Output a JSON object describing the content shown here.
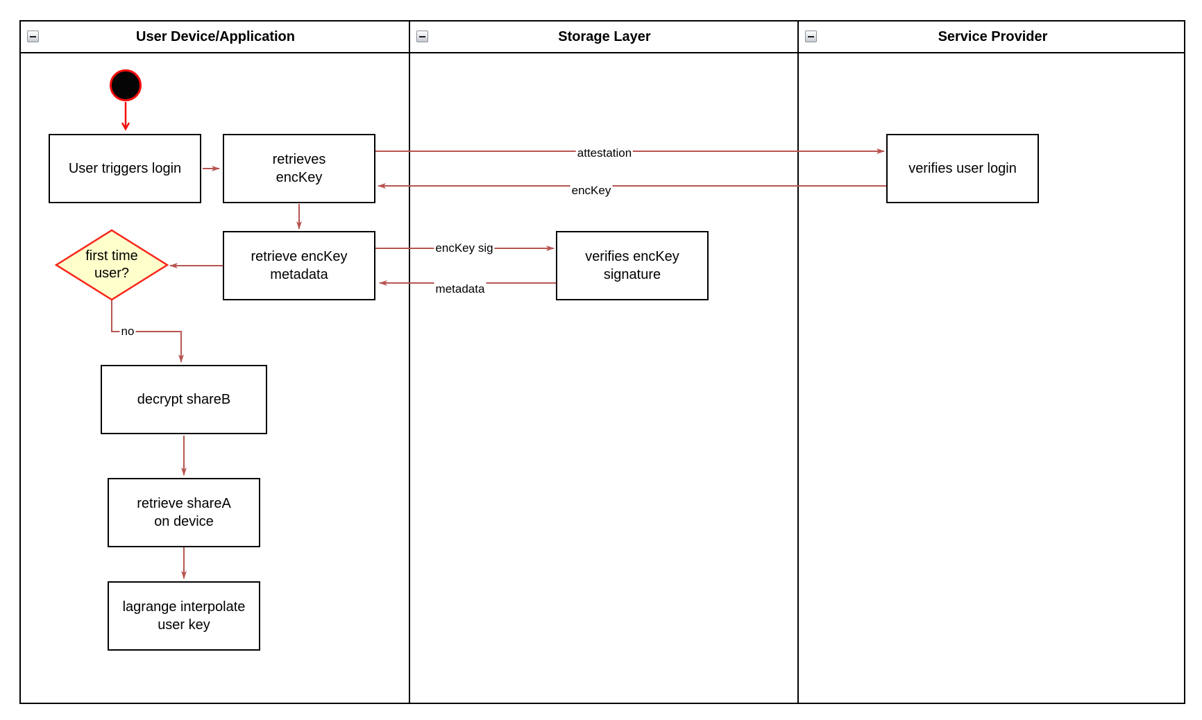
{
  "lanes": [
    {
      "title": "User Device/Application"
    },
    {
      "title": "Storage Layer"
    },
    {
      "title": "Service Provider"
    }
  ],
  "nodes": {
    "user_triggers_login": "User triggers login",
    "retrieves_enckey": "retrieves\nencKey",
    "retrieve_enckey_metadata": "retrieve encKey\nmetadata",
    "verifies_enckey_signature": "verifies encKey\nsignature",
    "verifies_user_login": "verifies user login",
    "first_time_user": "first time\nuser?",
    "decrypt_shareb": "decrypt shareB",
    "retrieve_sharea": "retrieve shareA\non device",
    "lagrange_interpolate": "lagrange interpolate\nuser key"
  },
  "edge_labels": {
    "attestation": "attestation",
    "enckey": "encKey",
    "enckey_sig": "encKey sig",
    "metadata": "metadata",
    "no": "no"
  },
  "colors": {
    "arrow": "#b85450",
    "start_arrow": "#f20d0d",
    "diamond_fill": "#ffffcc",
    "diamond_stroke": "#f9261a",
    "node_border": "#000000",
    "node_fill": "#ffffff"
  }
}
